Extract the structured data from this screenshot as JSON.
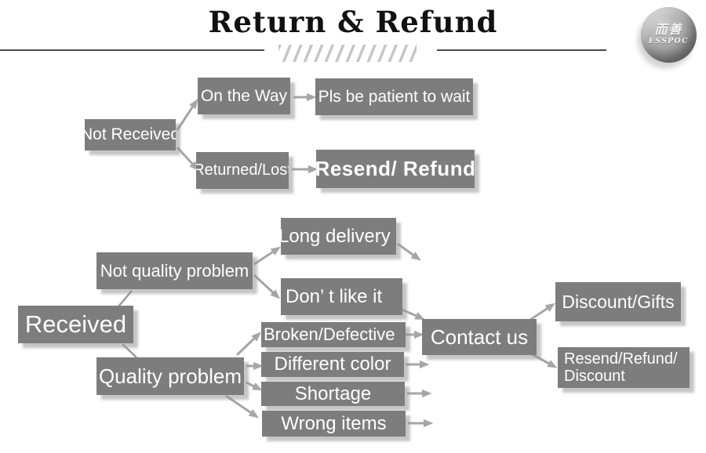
{
  "header": {
    "title": "Return & Refund",
    "logo": {
      "cn": "而善",
      "en": "ESSPOC"
    }
  },
  "flowchart": {
    "nodes": {
      "not_received": "Not Received",
      "on_the_way": "On the Way",
      "pls_wait": "Pls be patient to wait",
      "returned_lost": "Returned/Lost",
      "resend_refund": "Resend/ Refund",
      "not_quality_problem": "Not quality problem",
      "received": "Received",
      "quality_problem": "Quality problem",
      "long_delivery": "Long delivery",
      "dont_like_it": "Don’ t like it",
      "broken_defective": "Broken/Defective",
      "different_color": "Different color",
      "shortage": "Shortage",
      "wrong_items": "Wrong items",
      "contact_us": "Contact us",
      "discount_gifts": "Discount/Gifts",
      "resend_refund_discount": "Resend/Refund/ Discount"
    }
  },
  "colors": {
    "node_bg": "#7d7d7d",
    "node_text": "#ffffff",
    "arrow_color": "#a6a6a6",
    "connector_color": "#9b9b9b",
    "title_color": "#111111",
    "rule_color": "#4a4a4a",
    "hatch_color": "#c6c6c6"
  }
}
